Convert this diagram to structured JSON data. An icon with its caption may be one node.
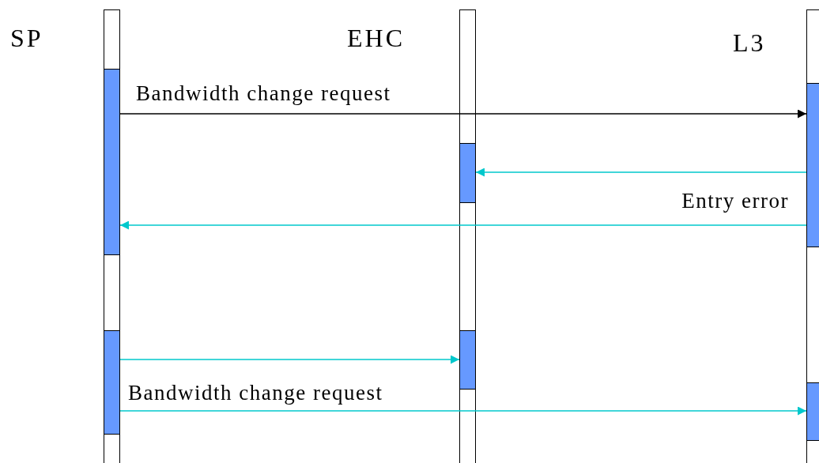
{
  "diagram": {
    "nodes": [
      {
        "text": [],
        "shape": "bar"
      },
      {
        "text": [],
        "shape": "bar"
      },
      {
        "text": [],
        "shape": "bar"
      },
      {
        "text": [],
        "shape": "bar",
        "in": 0
      },
      {
        "text": [],
        "shape": "bar",
        "in": 0
      },
      {
        "text": [],
        "shape": "bar",
        "in": 1
      },
      {
        "text": [],
        "shape": "bar",
        "in": 1
      },
      {
        "text": [],
        "shape": "bar",
        "in": 2
      },
      {
        "text": [],
        "shape": "bar",
        "in": 2
      }
    ],
    "edges": [
      {
        "from": 3,
        "to": 7,
        "arrow": "to",
        "label": "Bandwidth change request",
        "color": "#000000"
      },
      {
        "from": 7,
        "to": 5,
        "arrow": "to"
      },
      {
        "from": 7,
        "to": 3,
        "arrow": "to",
        "label": "Entry error"
      },
      {
        "from": 4,
        "to": 6,
        "arrow": "to"
      },
      {
        "from": 4,
        "to": 8,
        "arrow": "to",
        "label": "Bandwidth change request"
      }
    ],
    "labels": [
      "SP",
      "EHC",
      "L3"
    ]
  }
}
